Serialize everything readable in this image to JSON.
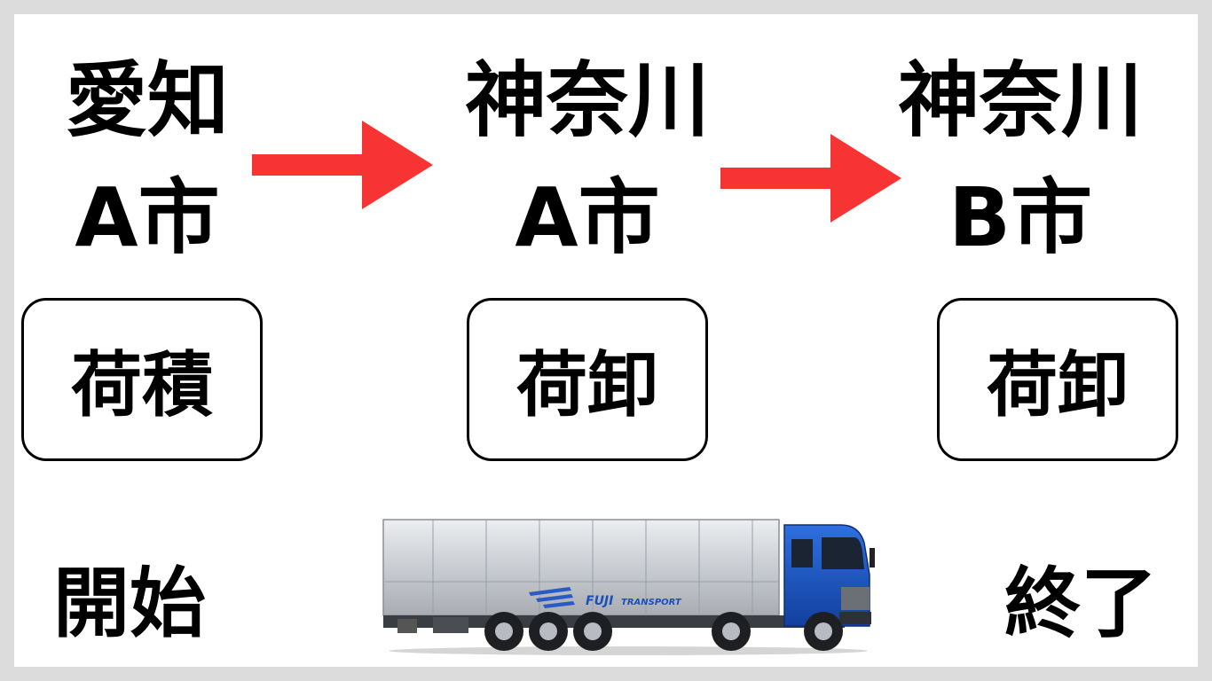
{
  "colors": {
    "arrow": "#f73333",
    "cab_blue": "#1a56c9",
    "trailer_silver": "#c9ccd1",
    "text": "#000000"
  },
  "stops": [
    {
      "prefecture": "愛知",
      "city": "A市",
      "action": "荷積"
    },
    {
      "prefecture": "神奈川",
      "city": "A市",
      "action": "荷卸"
    },
    {
      "prefecture": "神奈川",
      "city": "B市",
      "action": "荷卸"
    }
  ],
  "start_label": "開始",
  "end_label": "終了",
  "truck": {
    "icon": "truck-icon",
    "logo_text": "FUJI TRANSPORT"
  }
}
